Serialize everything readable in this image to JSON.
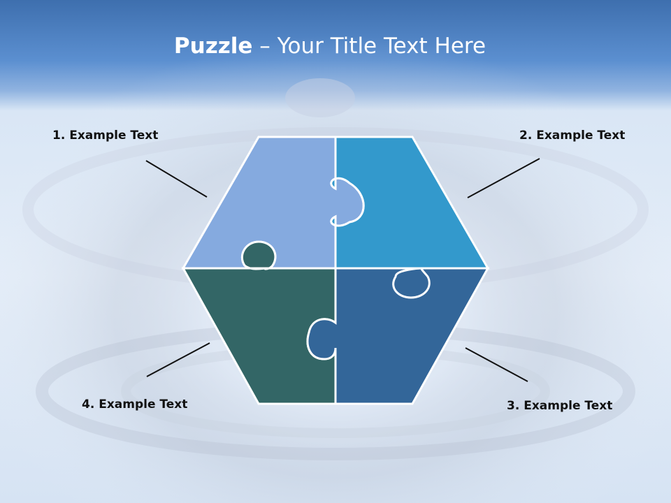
{
  "title": {
    "bold": "Puzzle",
    "rest": " – Your Title Text Here"
  },
  "labels": {
    "one": "1. Example Text",
    "two": "2. Example Text",
    "three": "3. Example Text",
    "four": "4. Example Text"
  },
  "colors": {
    "piece_top_left": "#85aadf",
    "piece_top_right": "#3399cc",
    "piece_bottom_left": "#336666",
    "piece_bottom_right": "#336699",
    "outline": "#ffffff",
    "header_band": "#4a7cc0"
  }
}
